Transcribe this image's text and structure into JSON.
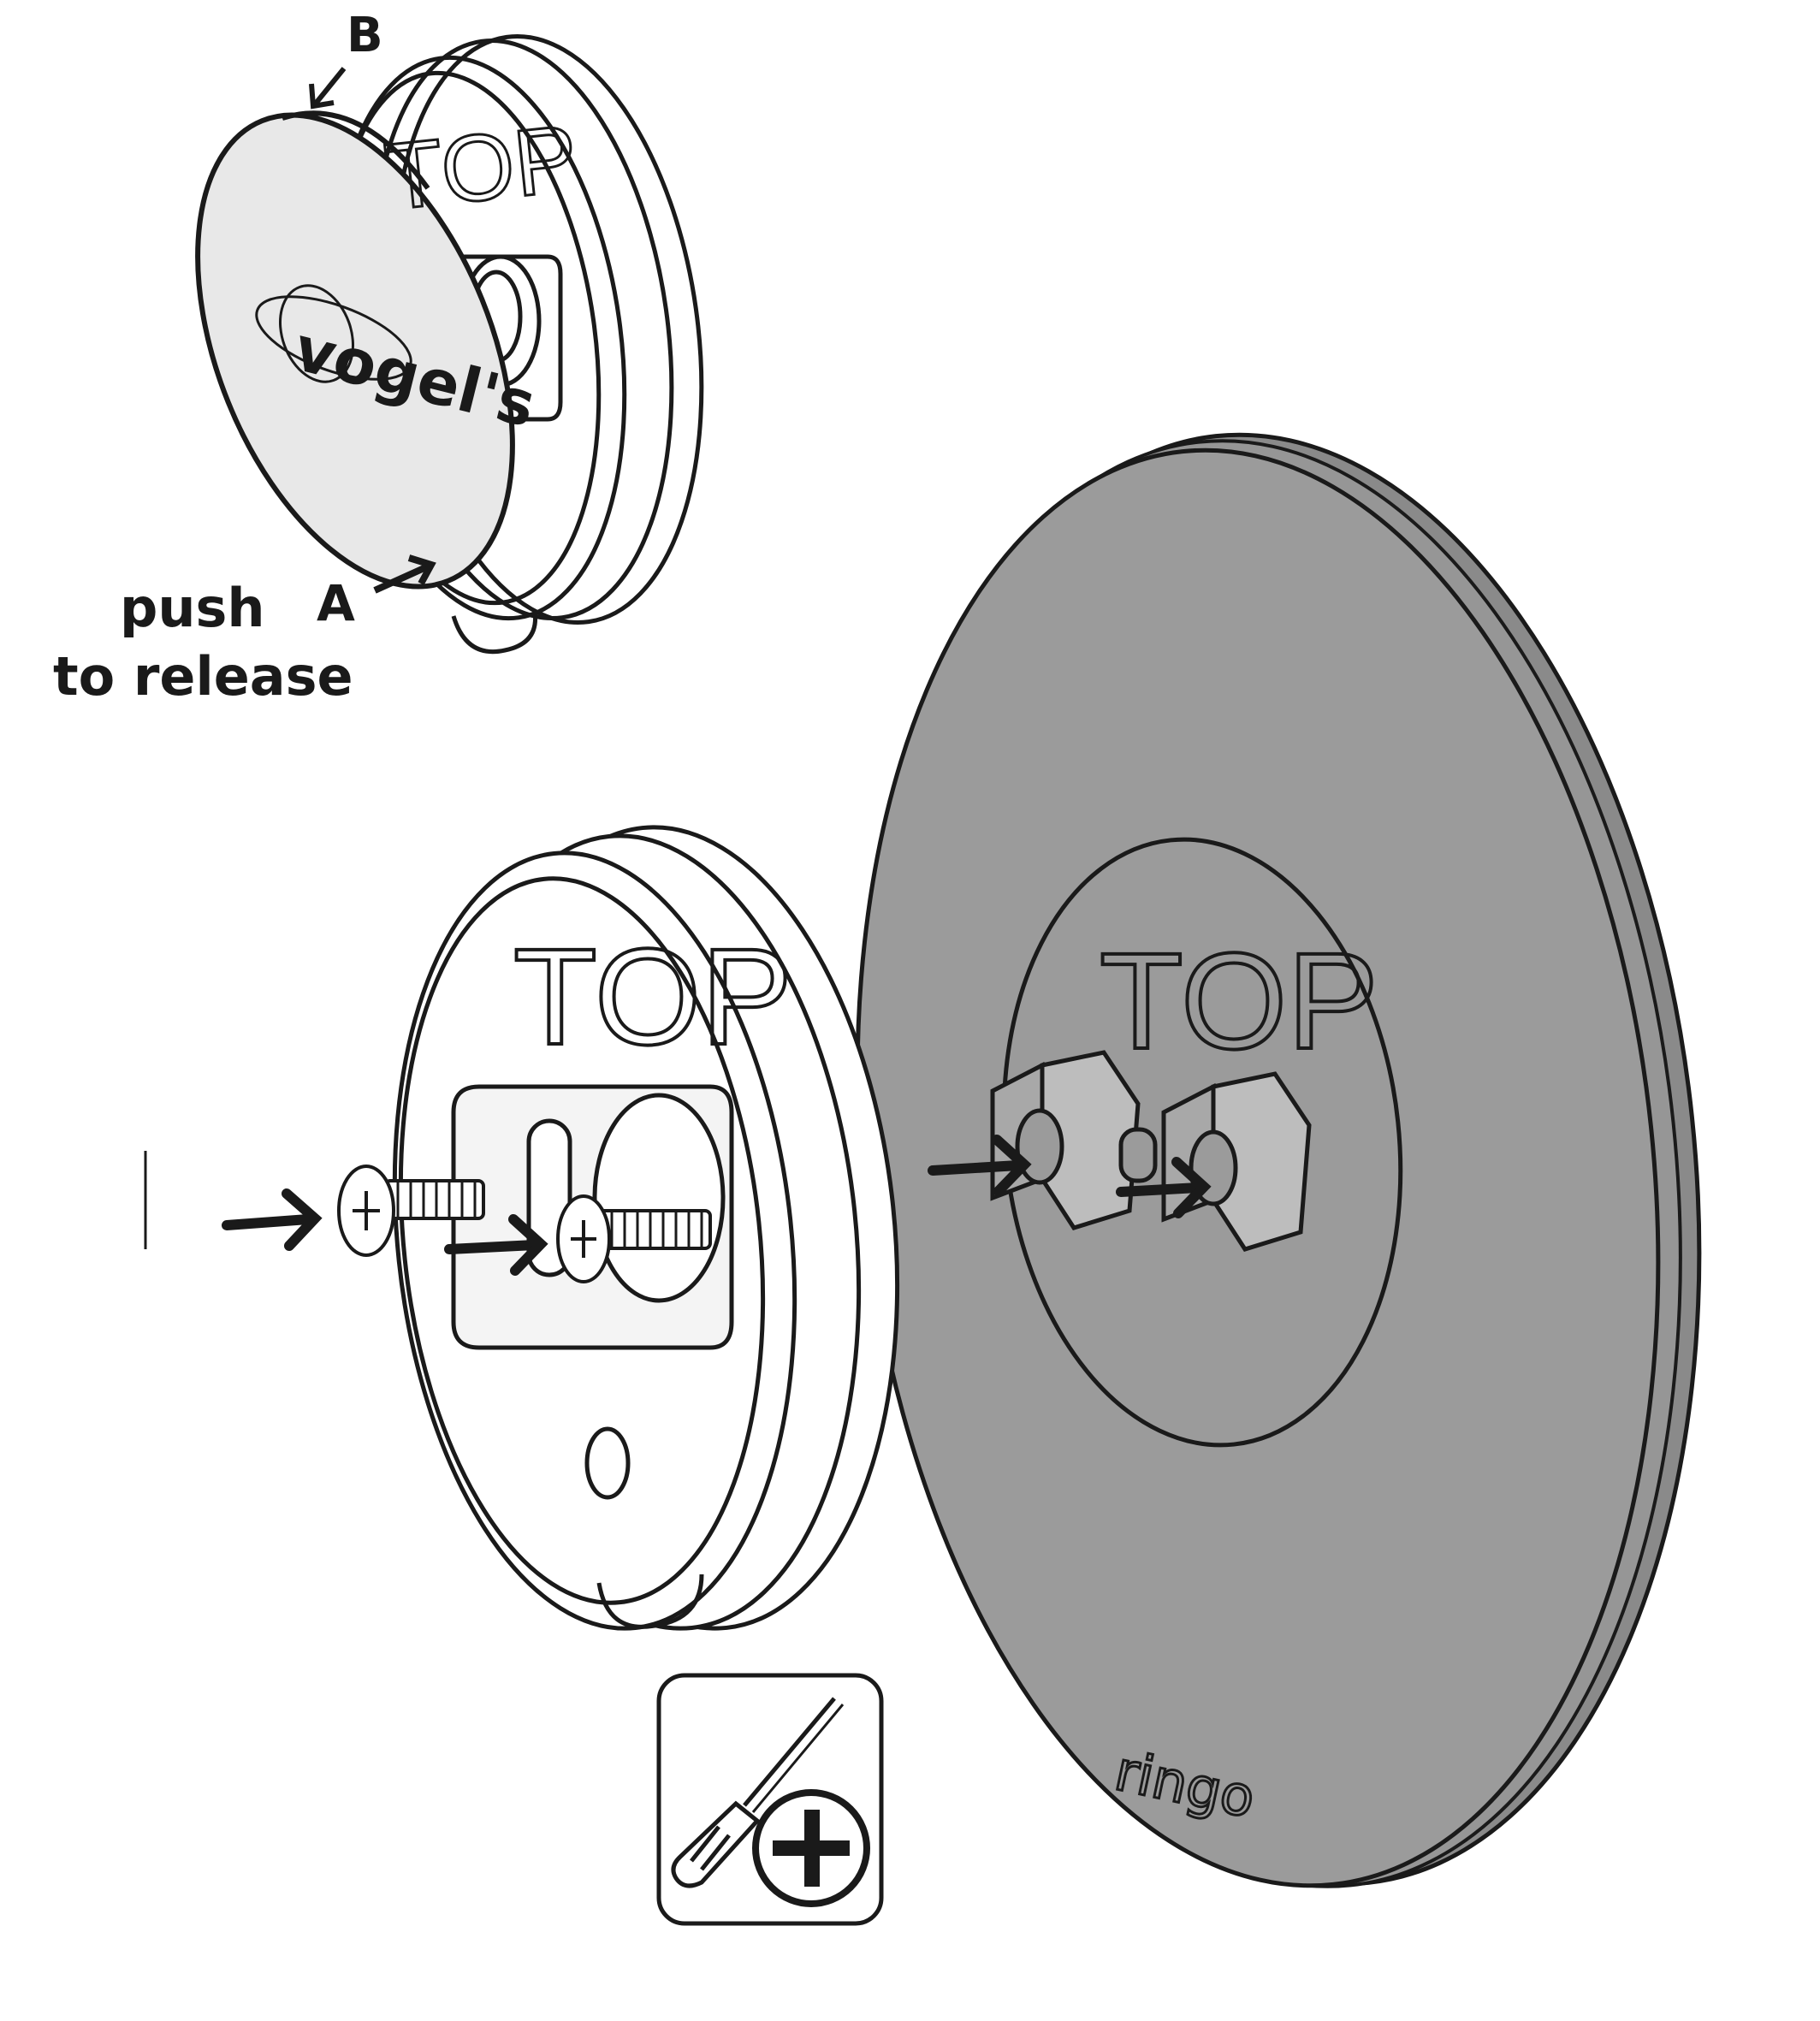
{
  "labels": {
    "b": "B",
    "a": "A",
    "push": "push",
    "release": "to release",
    "top_small": "TOP",
    "top_middle": "TOP",
    "top_plate": "TOP",
    "logo": "vogel's",
    "plate_brand": "ringo"
  },
  "icons": {
    "tool": "phillips-screwdriver-icon",
    "plus": "plus-icon"
  },
  "colors": {
    "line": "#1a1a1a",
    "plate_fill": "#9b9b9b",
    "cap_fill": "#e8e8e8",
    "background": "#ffffff"
  }
}
